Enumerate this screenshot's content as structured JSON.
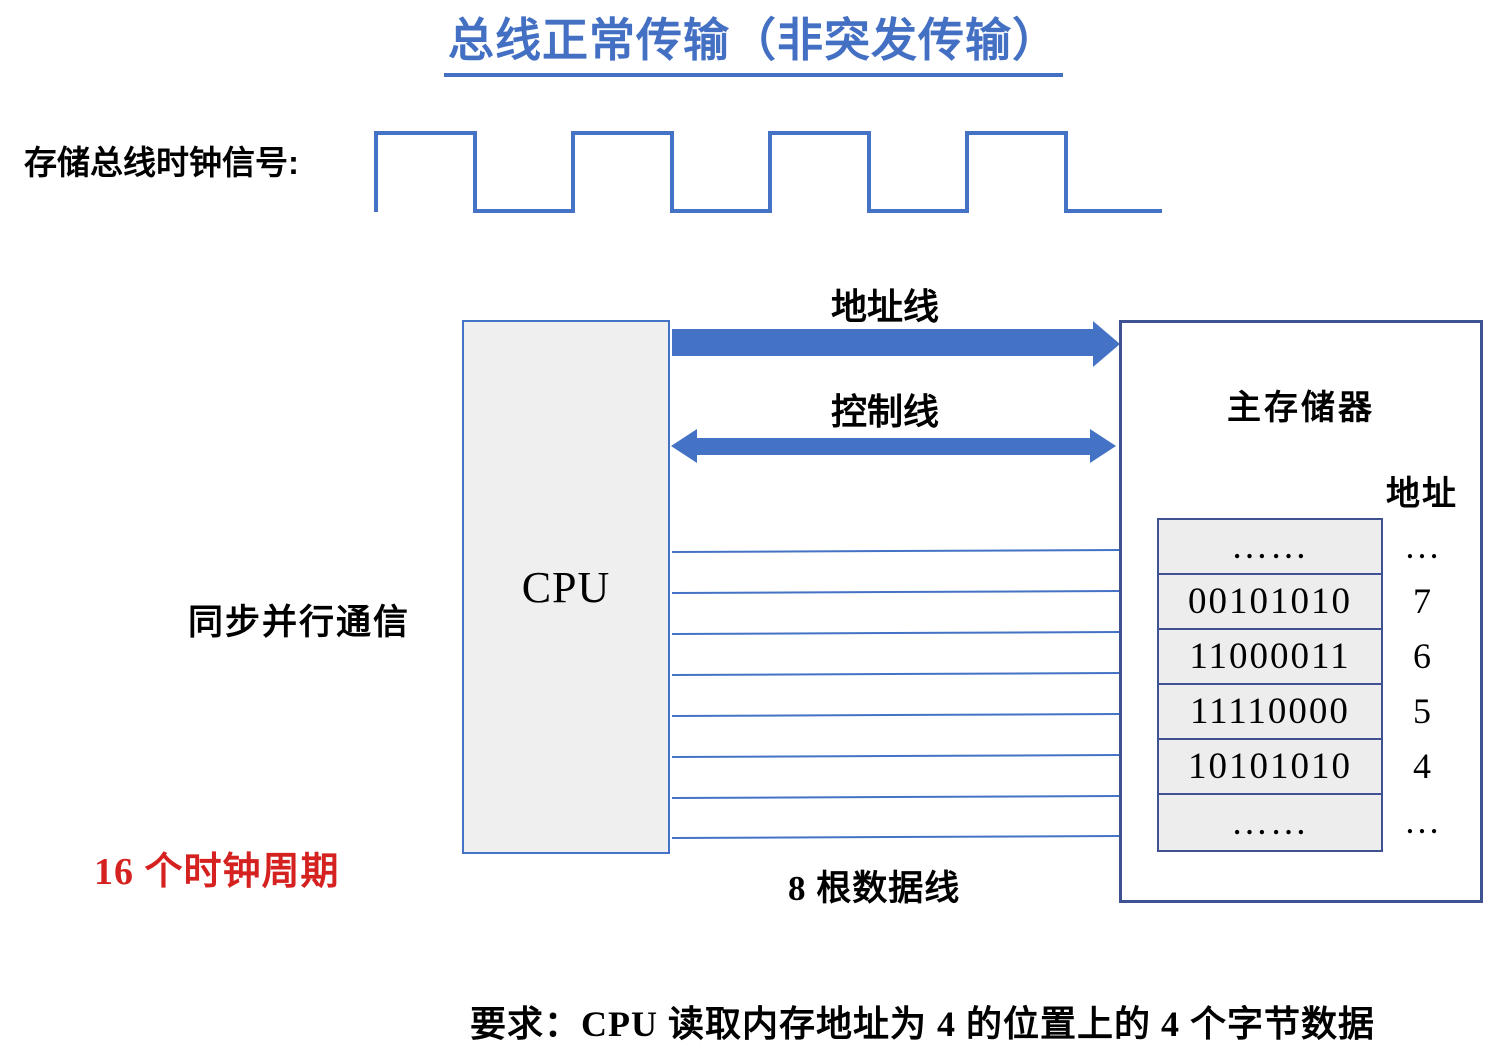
{
  "title": {
    "text": "总线正常传输（非突发传输）"
  },
  "clock": {
    "label": "存储总线时钟信号:",
    "cycles": 4
  },
  "labels": {
    "address_bus": "地址线",
    "control_bus": "控制线",
    "sync_parallel": "同步并行通信",
    "clock_cycles": "16 个时钟周期",
    "data_bus_count": "8 根数据线",
    "requirement": "要求：CPU 读取内存地址为 4 的位置上的 4 个字节数据"
  },
  "cpu": {
    "label": "CPU"
  },
  "memory": {
    "title": "主存储器",
    "address_header": "地址",
    "rows": [
      {
        "value": "……",
        "addr": "…"
      },
      {
        "value": "00101010",
        "addr": "7"
      },
      {
        "value": "11000011",
        "addr": "6"
      },
      {
        "value": "11110000",
        "addr": "5"
      },
      {
        "value": "10101010",
        "addr": "4"
      },
      {
        "value": "……",
        "addr": "…"
      }
    ]
  },
  "colors": {
    "accent_blue": "#4472C4",
    "box_border_dark_blue": "#3E5292",
    "cell_fill_gray": "#EDEDED",
    "title_blue": "#4470C4",
    "highlight_red": "#D52221",
    "text_black": "#000000"
  }
}
